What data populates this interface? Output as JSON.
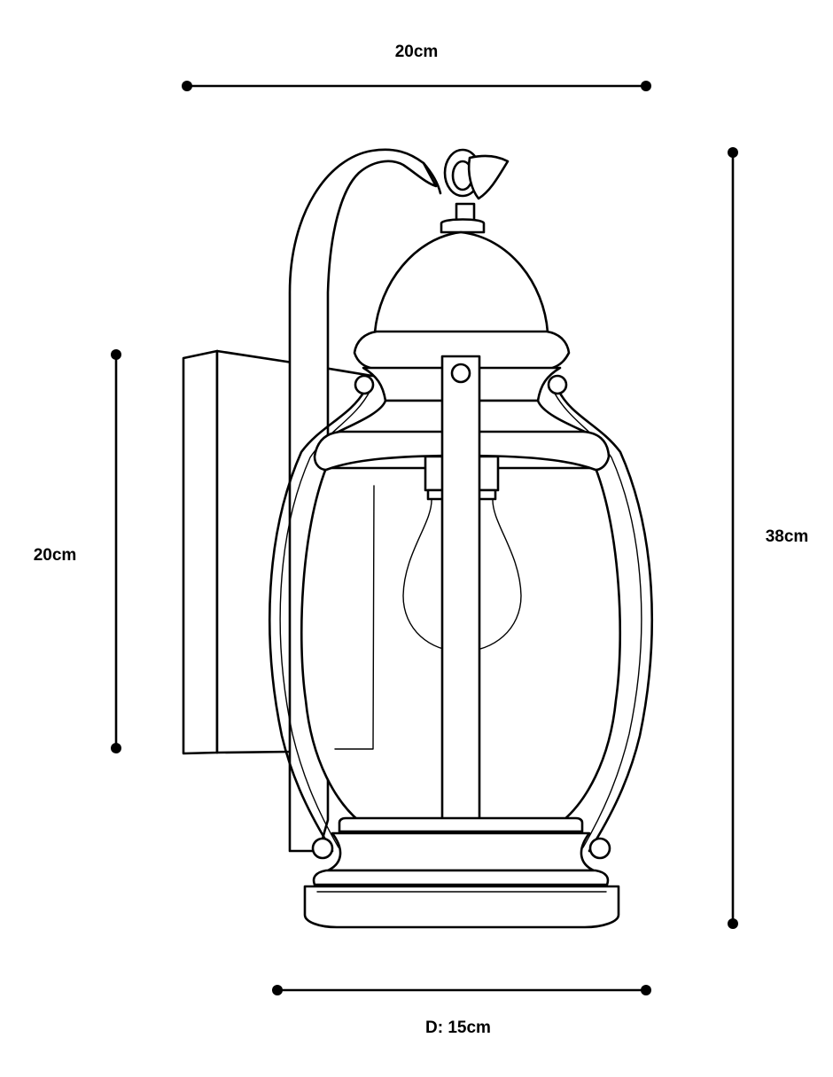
{
  "dimensions": {
    "top_width": "20cm",
    "left_height": "20cm",
    "right_height": "38cm",
    "bottom_depth": "D: 15cm"
  }
}
